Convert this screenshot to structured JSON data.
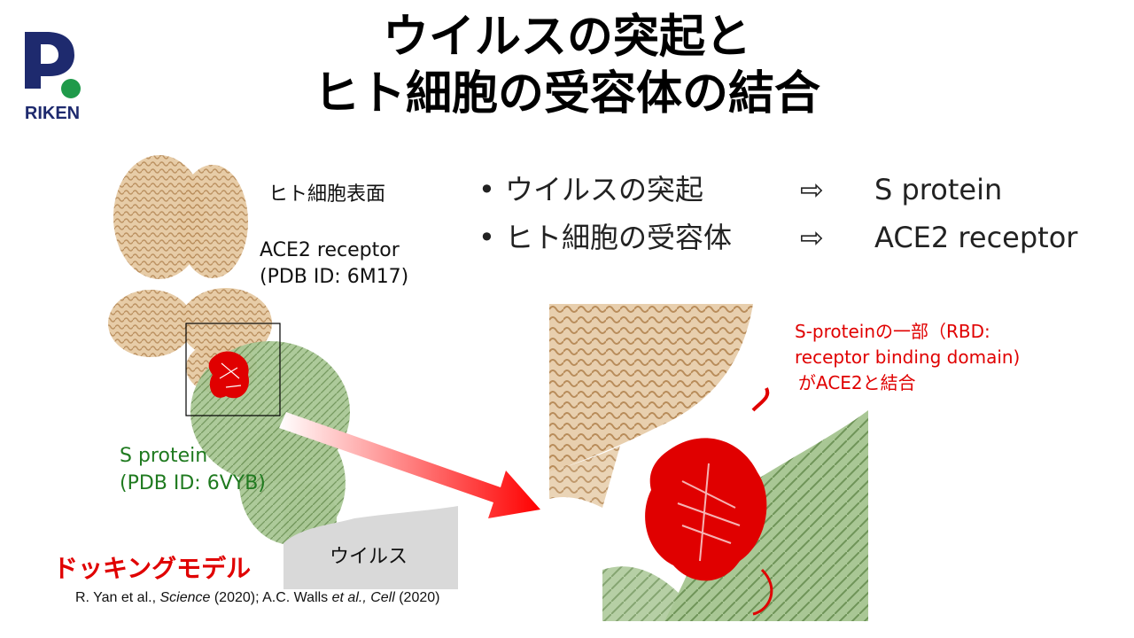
{
  "logo": {
    "text": "RIKEN"
  },
  "title": {
    "line1": "ウイルスの突起と",
    "line2": "ヒト細胞の受容体の結合"
  },
  "left": {
    "cell_surface": "ヒト細胞表面",
    "ace2_label": "ACE2 receptor",
    "ace2_pdb": "(PDB ID: 6M17)",
    "s_label": "S protein",
    "s_pdb": "(PDB ID: 6VYB)",
    "virus_label": "ウイルス",
    "docking": "ドッキングモデル"
  },
  "bullets": [
    {
      "dot": "•",
      "term": "ウイルスの突起",
      "arrow": "⇨",
      "value": "S protein"
    },
    {
      "dot": "•",
      "term": "ヒト細胞の受容体",
      "arrow": "⇨",
      "value": "ACE2 receptor"
    }
  ],
  "callout": {
    "line1": "S-proteinの一部（RBD:",
    "line2": "receptor binding domain)",
    "line3": "がACE2と結合"
  },
  "citation": {
    "a1": "R. Yan et al., ",
    "a1_journal": "Science",
    "a1_year": " (2020); A.C. Walls ",
    "a2_etal": "et al., ",
    "a2_journal": "Cell",
    "a2_year": " (2020)"
  },
  "colors": {
    "logo_blue": "#1e2a6e",
    "logo_green": "#1f9a4a",
    "ace2": "#d8b48a",
    "spike": "#8fb47a",
    "rbd": "#e00000"
  }
}
